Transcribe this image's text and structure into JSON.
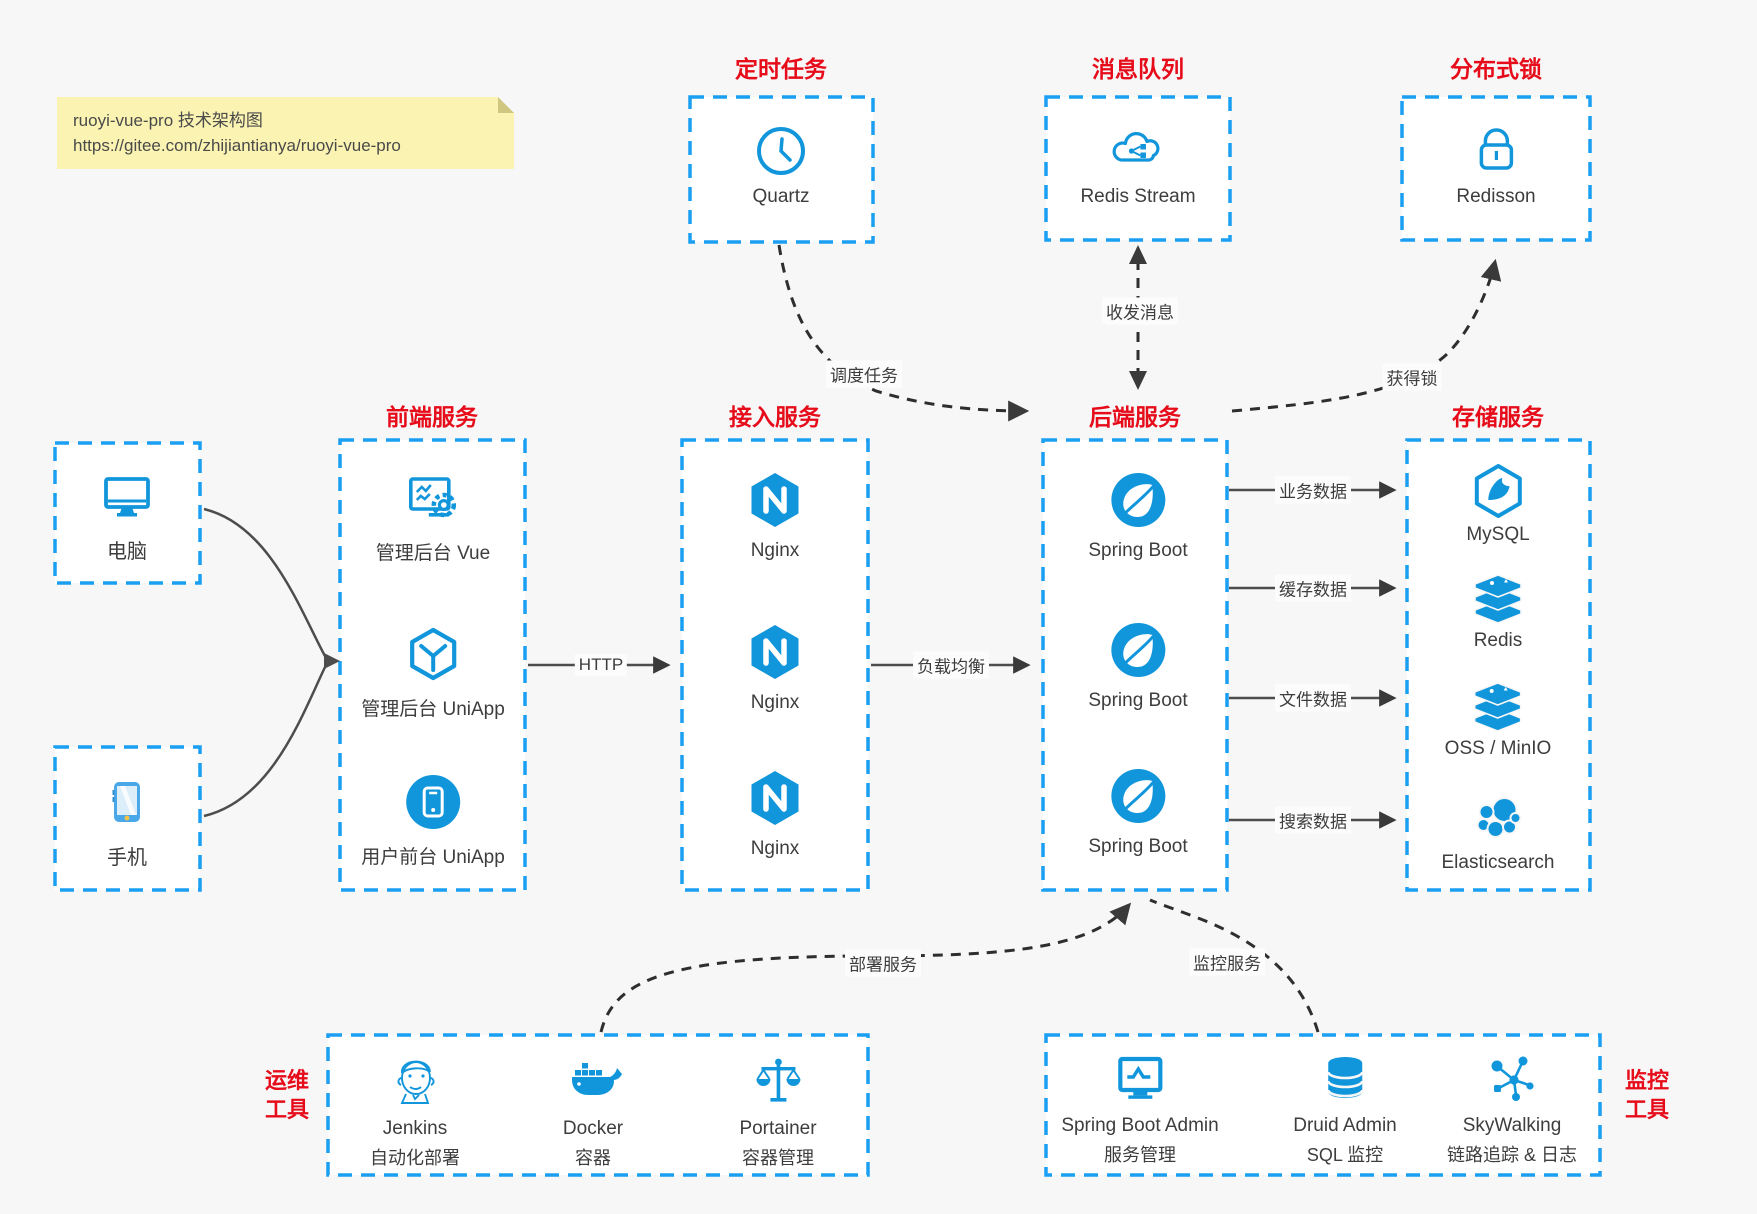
{
  "colors": {
    "accent_blue": "#1296db",
    "border_blue": "#1b9ff2",
    "title_red": "#e60c1a",
    "text": "#3d3d3d",
    "background": "#f7f7f7",
    "note_bg": "#faf3b2"
  },
  "note": {
    "line1": "ruoyi-vue-pro 技术架构图",
    "line2": "https://gitee.com/zhijiantianya/ruoyi-vue-pro"
  },
  "top": {
    "scheduled": {
      "title": "定时任务",
      "item": "Quartz",
      "icon": "clock-icon"
    },
    "queue": {
      "title": "消息队列",
      "item": "Redis Stream",
      "icon": "cloud-share-icon"
    },
    "lock": {
      "title": "分布式锁",
      "item": "Redisson",
      "icon": "lock-icon"
    }
  },
  "clients": {
    "computer": "电脑",
    "phone": "手机"
  },
  "frontend": {
    "title": "前端服务",
    "items": [
      "管理后台 Vue",
      "管理后台 UniApp",
      "用户前台 UniApp"
    ]
  },
  "gateway": {
    "title": "接入服务",
    "items": [
      "Nginx",
      "Nginx",
      "Nginx"
    ]
  },
  "backend": {
    "title": "后端服务",
    "items": [
      "Spring Boot",
      "Spring Boot",
      "Spring Boot"
    ]
  },
  "storage": {
    "title": "存储服务",
    "items": [
      "MySQL",
      "Redis",
      "OSS / MinIO",
      "Elasticsearch"
    ]
  },
  "devops": {
    "title_line1": "运维",
    "title_line2": "工具",
    "items": [
      {
        "name": "Jenkins",
        "desc": "自动化部署"
      },
      {
        "name": "Docker",
        "desc": "容器"
      },
      {
        "name": "Portainer",
        "desc": "容器管理"
      }
    ]
  },
  "monitoring": {
    "title_line1": "监控",
    "title_line2": "工具",
    "items": [
      {
        "name": "Spring Boot Admin",
        "desc": "服务管理"
      },
      {
        "name": "Druid Admin",
        "desc": "SQL 监控"
      },
      {
        "name": "SkyWalking",
        "desc": "链路追踪 & 日志"
      }
    ]
  },
  "edges": {
    "http": "HTTP",
    "load_balance": "负载均衡",
    "schedule_task": "调度任务",
    "send_receive_message": "收发消息",
    "acquire_lock": "获得锁",
    "business_data": "业务数据",
    "cache_data": "缓存数据",
    "file_data": "文件数据",
    "search_data": "搜索数据",
    "deploy_service": "部署服务",
    "monitor_service": "监控服务"
  }
}
